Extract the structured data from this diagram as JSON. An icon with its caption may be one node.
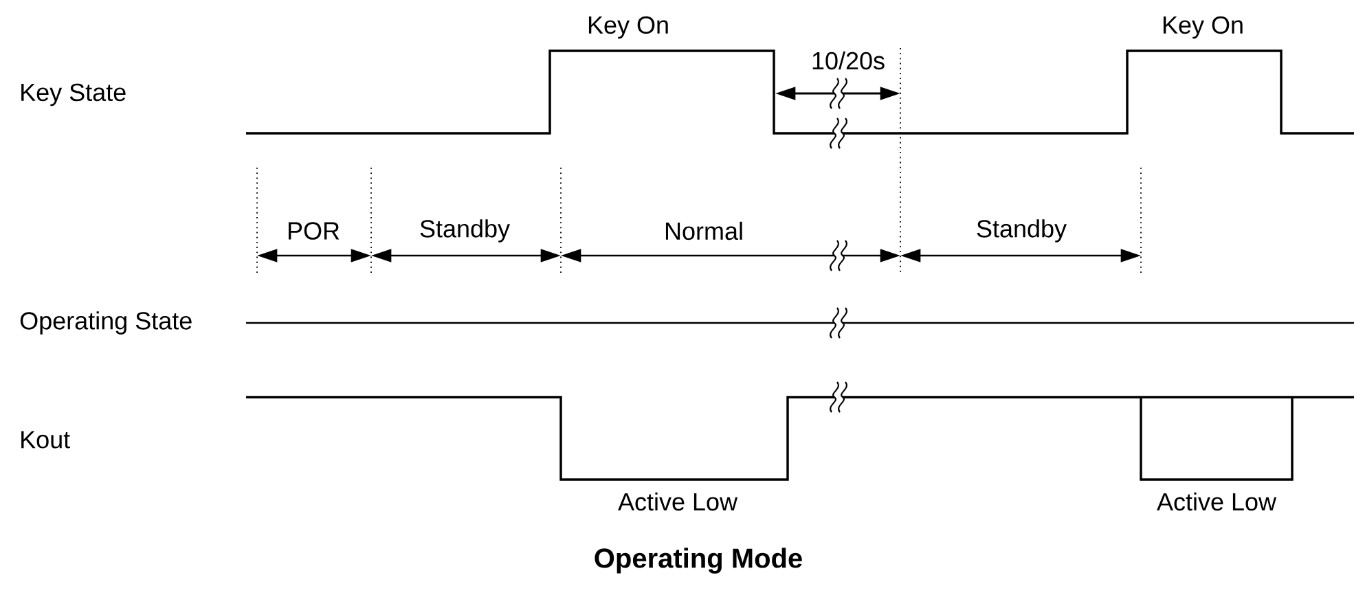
{
  "diagram": {
    "caption": "Operating Mode",
    "labels": [
      "Key On",
      "10/20s",
      "Key On",
      "Key State",
      "POR",
      "Standby",
      "Normal",
      "Standby",
      "Operating State",
      "Kout",
      "Active Low",
      "Active Low"
    ]
  }
}
